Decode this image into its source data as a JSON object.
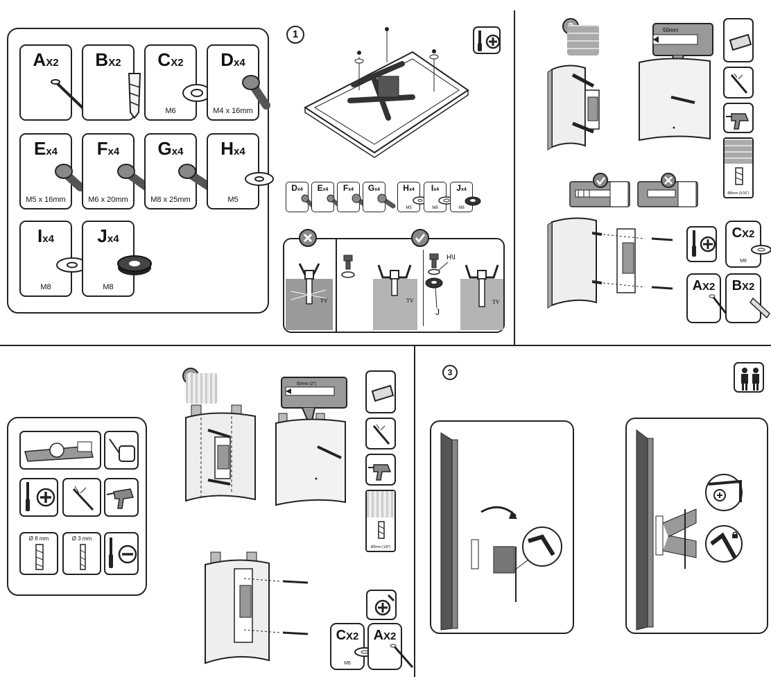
{
  "parts": [
    {
      "letter": "A",
      "qty": "X2",
      "spec": ""
    },
    {
      "letter": "B",
      "qty": "X2",
      "spec": ""
    },
    {
      "letter": "C",
      "qty": "X2",
      "spec": "M6"
    },
    {
      "letter": "D",
      "qty": "x4",
      "spec": "M4 x 16mm"
    },
    {
      "letter": "E",
      "qty": "x4",
      "spec": "M5 x 16mm"
    },
    {
      "letter": "F",
      "qty": "x4",
      "spec": "M6 x 20mm"
    },
    {
      "letter": "G",
      "qty": "x4",
      "spec": "M8 x 25mm"
    },
    {
      "letter": "H",
      "qty": "x4",
      "spec": "M5"
    },
    {
      "letter": "I",
      "qty": "x4",
      "spec": "M8"
    },
    {
      "letter": "J",
      "qty": "x4",
      "spec": "M8"
    }
  ],
  "step1": {
    "number": "1",
    "small_parts": [
      {
        "letter": "D",
        "qty": "x4",
        "spec": ""
      },
      {
        "letter": "E",
        "qty": "x4",
        "spec": ""
      },
      {
        "letter": "F",
        "qty": "x4",
        "spec": ""
      },
      {
        "letter": "G",
        "qty": "x4",
        "spec": ""
      },
      {
        "letter": "H",
        "qty": "x4",
        "spec": "M5"
      },
      {
        "letter": "I",
        "qty": "x4",
        "spec": "M8"
      },
      {
        "letter": "J",
        "qty": "x4",
        "spec": "M8"
      }
    ],
    "tv_label": "TV",
    "hi_label": "H\\I",
    "j_label": "J"
  },
  "step2_concrete": {
    "number": "2",
    "depth": "50mm",
    "drill_bit": "Ø8mm (5/16\")",
    "parts": [
      {
        "letter": "C",
        "qty": "X2",
        "spec": "M6"
      },
      {
        "letter": "A",
        "qty": "X2",
        "spec": ""
      },
      {
        "letter": "B",
        "qty": "X2",
        "spec": ""
      }
    ]
  },
  "tools": {
    "drill_8": "Ø 8  mm",
    "drill_3": "Ø 3 mm"
  },
  "step2_wood": {
    "number": "2",
    "depth": "50mm (2\")",
    "drill_bit": "Ø3mm (1/8\")",
    "parts": [
      {
        "letter": "C",
        "qty": "X2",
        "spec": "M6"
      },
      {
        "letter": "A",
        "qty": "X2",
        "spec": ""
      }
    ]
  },
  "step3": {
    "number": "3"
  }
}
